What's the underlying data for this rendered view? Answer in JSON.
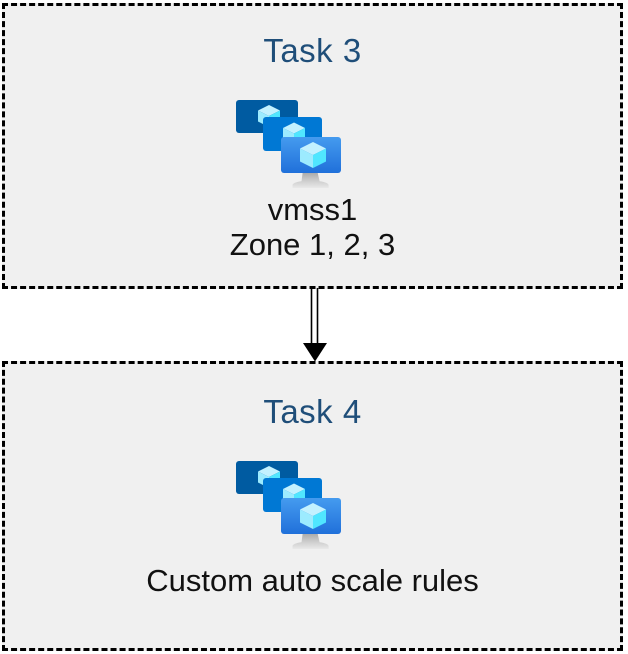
{
  "colors": {
    "page_background": "#ffffff",
    "box_background": "#f0f0f0",
    "box_border": "#000000",
    "task_title_text": "#1f4e79",
    "body_text": "#111111",
    "arrow": "#000000",
    "monitor_back": "#005ba1",
    "monitor_middle": "#0078d4",
    "monitor_front_gradient_top": "#459bef",
    "monitor_front_gradient_bottom": "#2070da",
    "cube_top_face": "#c3f1ff",
    "cube_left_face": "#9cebff",
    "cube_right_face": "#50e6ff",
    "stand_gray_top": "#9e9e9e",
    "stand_gray_bottom": "#e9e9e9"
  },
  "diagram": {
    "boxes": [
      {
        "id": "task3",
        "title": "Task 3",
        "icon": "vm-scale-set-icon",
        "lines": [
          "vmss1",
          "Zone 1, 2, 3"
        ]
      },
      {
        "id": "task4",
        "title": "Task 4",
        "icon": "vm-scale-set-icon",
        "lines": [
          "Custom auto scale rules"
        ]
      }
    ],
    "connector": {
      "type": "double-line-arrow",
      "direction": "down",
      "from": "task3",
      "to": "task4"
    }
  }
}
